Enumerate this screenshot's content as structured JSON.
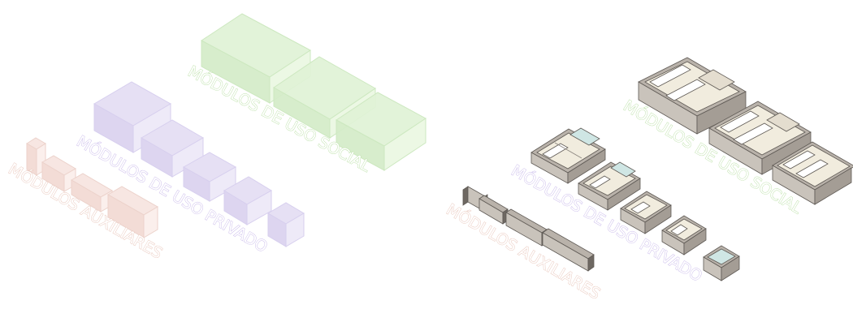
{
  "left_diagram": {
    "labels": {
      "social": "MÓDULOS DE USO SOCIAL",
      "private": "MÓDULOS DE USO PRIVADO",
      "auxiliary": "MÓDULOS AUXILIARES"
    }
  },
  "right_diagram": {
    "labels": {
      "social": "MÓDULOS DE USO SOCIAL",
      "private": "MÓDULOS DE USO PRIVADO",
      "auxiliary": "MÓDULOS AUXILIARES"
    }
  },
  "colors": {
    "social": "#dff2d6",
    "private": "#e6e0f4",
    "auxiliary": "#f7e6e2",
    "social_label": "#b9dfa4",
    "private_label": "#c6b6e9",
    "auxiliary_label": "#e7c2b6",
    "wall": "#c9c3bb",
    "wall_top": "#b9b2aa",
    "wall_dark": "#6e6862",
    "floor": "#f1ecde",
    "wet_area": "#cfe6e4"
  }
}
